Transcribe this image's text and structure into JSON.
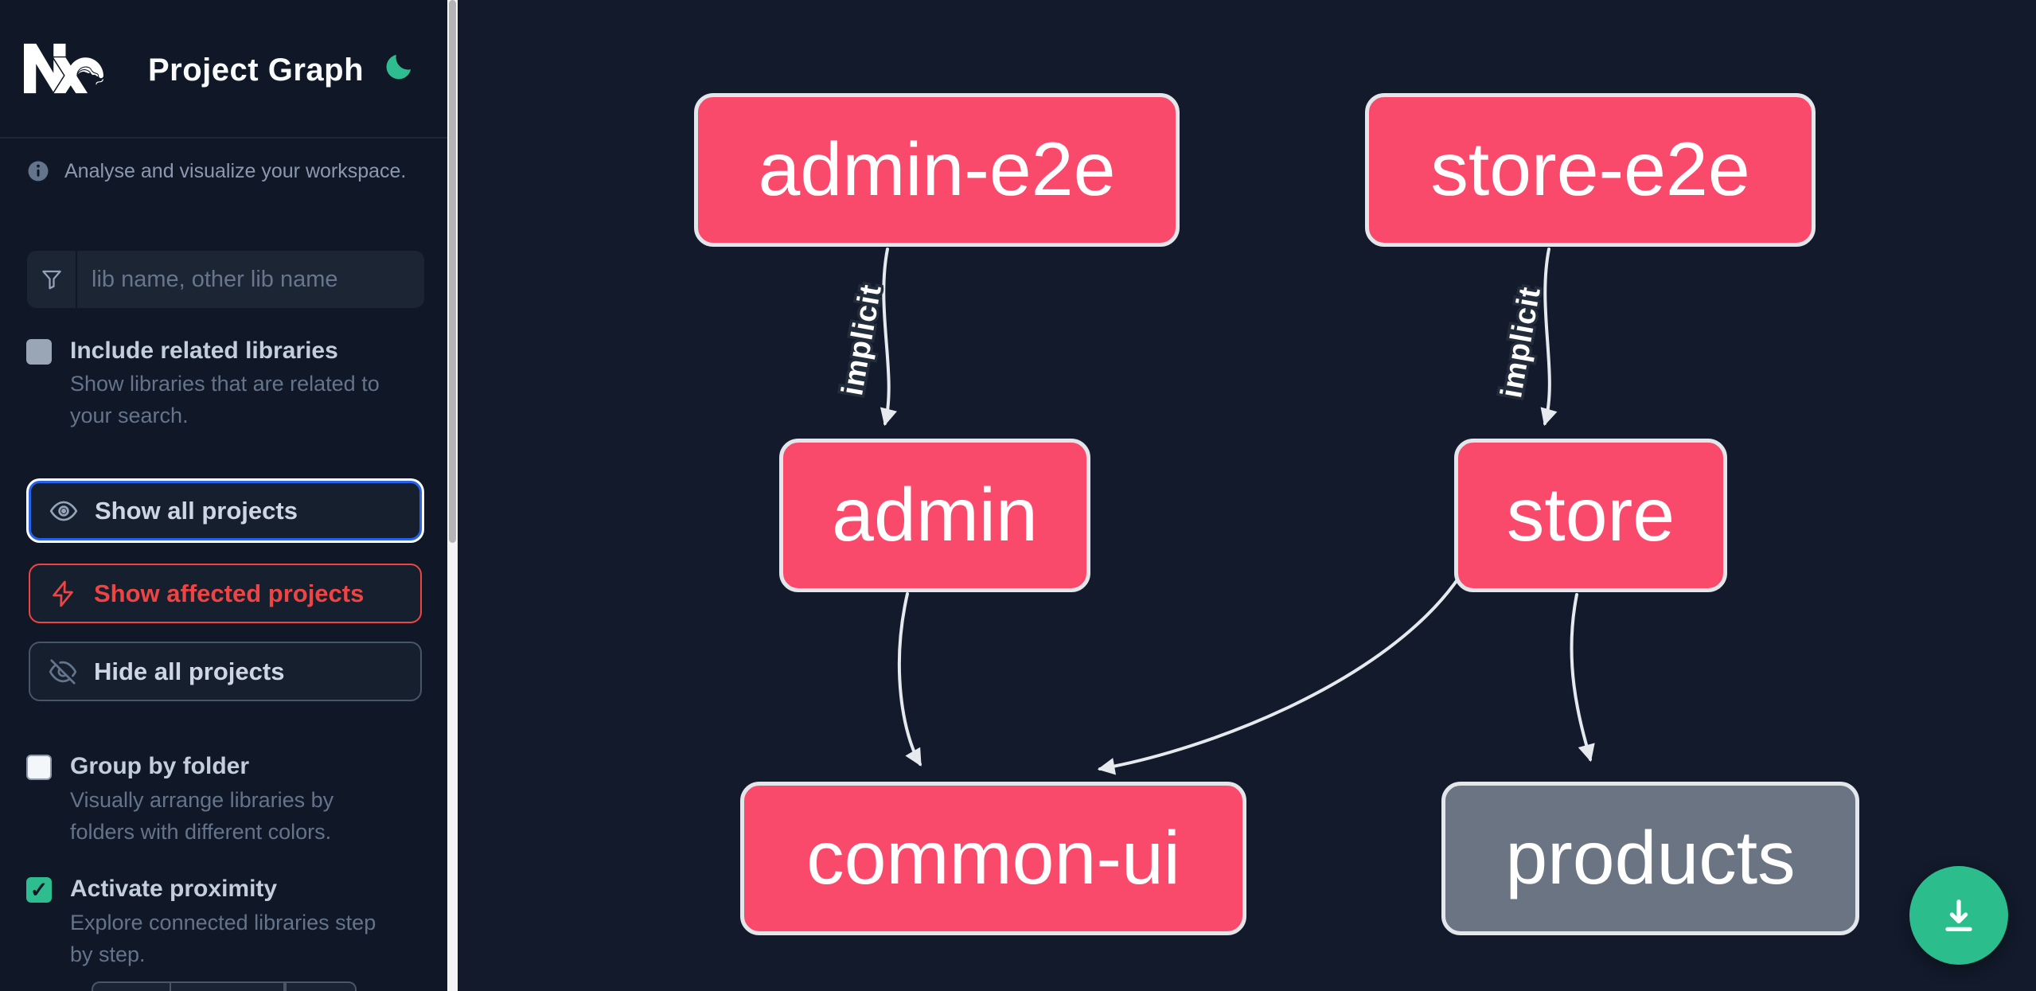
{
  "header": {
    "title": "Project Graph"
  },
  "sidebar": {
    "tagline": "Analyse and visualize your workspace.",
    "search": {
      "placeholder": "lib name, other lib name"
    },
    "checkbox_include": {
      "label": "Include related libraries",
      "desc1": "Show libraries that are related to",
      "desc2": "your search.",
      "checked": false
    },
    "buttons": {
      "show_all": "Show all projects",
      "show_affected": "Show affected projects",
      "hide_all": "Hide all projects"
    },
    "checkbox_group_folder": {
      "label": "Group by folder",
      "desc1": "Visually arrange libraries by",
      "desc2": "folders with different colors.",
      "checked": false
    },
    "checkbox_proximity": {
      "label": "Activate proximity",
      "desc1": "Explore connected libraries step",
      "desc2": "by step.",
      "checked": true,
      "checkmark": "✓"
    }
  },
  "graph": {
    "nodes": [
      {
        "label": "admin-e2e",
        "color": "pink"
      },
      {
        "label": "store-e2e",
        "color": "pink"
      },
      {
        "label": "admin",
        "color": "pink"
      },
      {
        "label": "store",
        "color": "pink"
      },
      {
        "label": "common-ui",
        "color": "pink"
      },
      {
        "label": "products",
        "color": "gray"
      }
    ],
    "edges": [
      {
        "from": "admin-e2e",
        "to": "admin",
        "label": "implicit"
      },
      {
        "from": "store-e2e",
        "to": "store",
        "label": "implicit"
      },
      {
        "from": "admin",
        "to": "common-ui",
        "label": ""
      },
      {
        "from": "store",
        "to": "common-ui",
        "label": ""
      },
      {
        "from": "store",
        "to": "products",
        "label": ""
      }
    ]
  },
  "colors": {
    "node_pink": "#fa4a6b",
    "node_gray": "#6b7483",
    "accent_green": "#2dbd8e",
    "focus_blue": "#2563eb",
    "affected_red": "#ef4444",
    "edge_gray": "#e6e9ee"
  }
}
